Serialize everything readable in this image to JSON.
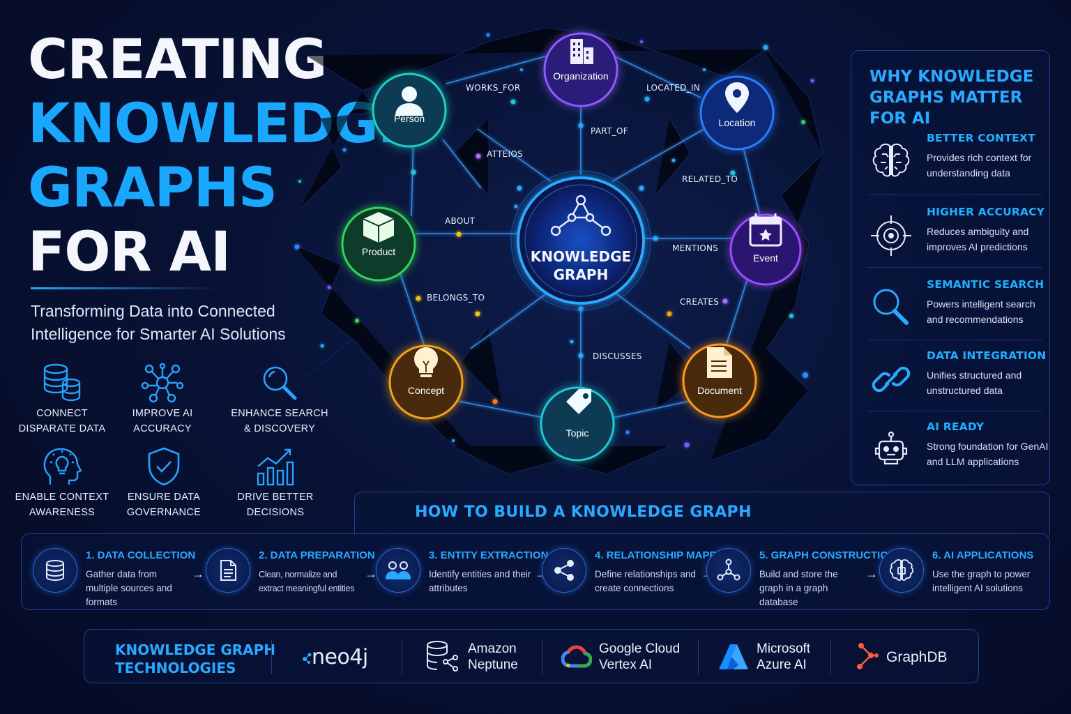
{
  "hero": {
    "line1": "CREATING",
    "line2": "KNOWLEDGE",
    "line3": "GRAPHS",
    "line4": "FOR AI",
    "subtitle": "Transforming Data into Connected Intelligence for Smarter AI Solutions"
  },
  "benefits": [
    {
      "label": "CONNECT\nDISPARATE DATA",
      "icon": "database-icon"
    },
    {
      "label": "IMPROVE AI\nACCURACY",
      "icon": "network-icon"
    },
    {
      "label": "ENHANCE SEARCH\n& DISCOVERY",
      "icon": "search-icon"
    },
    {
      "label": "ENABLE CONTEXT\nAWARENESS",
      "icon": "head-bulb-icon"
    },
    {
      "label": "ENSURE DATA\nGOVERNANCE",
      "icon": "shield-check-icon"
    },
    {
      "label": "DRIVE BETTER\nDECISIONS",
      "icon": "growth-chart-icon"
    }
  ],
  "graph": {
    "center_line1": "KNOWLEDGE",
    "center_line2": "GRAPH",
    "nodes": {
      "person": "Person",
      "organization": "Organization",
      "location": "Location",
      "product": "Product",
      "event": "Event",
      "concept": "Concept",
      "topic": "Topic",
      "document": "Document"
    },
    "edges": {
      "works_for": "WORKS_FOR",
      "located_in": "LOCATED_IN",
      "part_of": "PART_OF",
      "attends": "ATTEIOS",
      "related_to": "RELATED_TO",
      "about": "ABOUT",
      "mentions": "MENTIONS",
      "belongs_to": "BELONGS_TO",
      "creates": "CREATES",
      "discusses": "DISCUSSES"
    },
    "colors": {
      "person": "#1fd1c4",
      "organization": "#8a5cff",
      "location": "#2a7bff",
      "product": "#32d45a",
      "event": "#9a4dff",
      "concept": "#f0a21a",
      "topic": "#1ec8d8",
      "document": "#ff9a1f",
      "center": "#2aa9ff"
    }
  },
  "why": {
    "title": "WHY KNOWLEDGE GRAPHS MATTER FOR AI",
    "items": [
      {
        "title": "BETTER CONTEXT",
        "desc": "Provides rich context for understanding data",
        "icon": "brain-icon"
      },
      {
        "title": "HIGHER ACCURACY",
        "desc": "Reduces ambiguity and improves AI predictions",
        "icon": "target-icon"
      },
      {
        "title": "SEMANTIC SEARCH",
        "desc": "Powers intelligent search and recommendations",
        "icon": "magnifier-icon"
      },
      {
        "title": "DATA INTEGRATION",
        "desc": "Unifies structured and unstructured data",
        "icon": "link-icon"
      },
      {
        "title": "AI READY",
        "desc": "Strong foundation for GenAI and LLM applications",
        "icon": "robot-icon"
      }
    ]
  },
  "how": {
    "title": "HOW TO BUILD A KNOWLEDGE GRAPH",
    "steps": [
      {
        "title": "1. DATA COLLECTION",
        "desc": "Gather data from multiple sources and formats",
        "icon": "database-icon"
      },
      {
        "title": "2. DATA PREPARATION",
        "desc": "Clean, normalize and extract meaningful entities",
        "icon": "document-icon"
      },
      {
        "title": "3. ENTITY EXTRACTION",
        "desc": "Identify entities and their attributes",
        "icon": "people-icon"
      },
      {
        "title": "4. RELATIONSHIP MAPPING",
        "desc": "Define relationships and create connections",
        "icon": "share-icon"
      },
      {
        "title": "5. GRAPH CONSTRUCTION",
        "desc": "Build and store the graph in a graph database",
        "icon": "graph-icon"
      },
      {
        "title": "6. AI APPLICATIONS",
        "desc": "Use the graph to power intelligent AI solutions",
        "icon": "ai-brain-icon"
      }
    ],
    "arrow": "→"
  },
  "tech": {
    "title": "KNOWLEDGE GRAPH\nTECHNOLOGIES",
    "items": [
      {
        "name": "neo4j",
        "icon": "neo4j-logo"
      },
      {
        "name": "Amazon\nNeptune",
        "icon": "neptune-db-icon"
      },
      {
        "name": "Google Cloud\nVertex AI",
        "icon": "google-cloud-icon"
      },
      {
        "name": "Microsoft\nAzure AI",
        "icon": "azure-icon"
      },
      {
        "name": "GraphDB",
        "icon": "graphdb-icon"
      }
    ]
  }
}
